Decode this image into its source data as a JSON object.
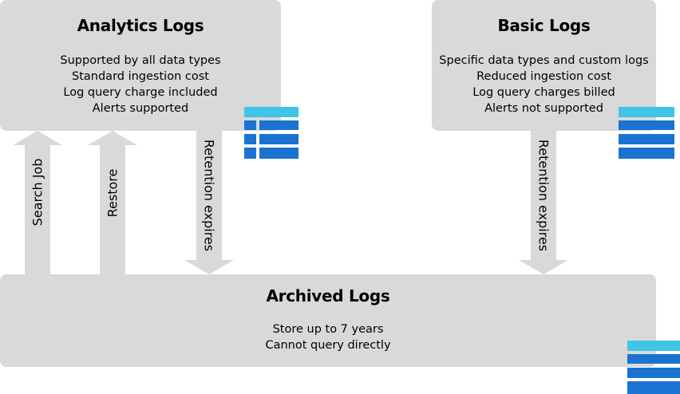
{
  "analytics": {
    "title": "Analytics Logs",
    "lines": [
      "Supported by all data types",
      "Standard ingestion cost",
      "Log query charge included",
      "Alerts supported"
    ]
  },
  "basic": {
    "title": "Basic Logs",
    "lines": [
      "Specific data types and custom logs",
      "Reduced ingestion cost",
      "Log query charges billed",
      "Alerts not supported"
    ]
  },
  "archived": {
    "title": "Archived Logs",
    "lines": [
      "Store up to 7 years",
      "Cannot query directly"
    ]
  },
  "arrows": {
    "search_job": "Search Job",
    "restore": "Restore",
    "retention_analytics": "Retention expires",
    "retention_basic": "Retention expires"
  },
  "colors": {
    "box": "#d9d9d9",
    "table_header": "#40c4e8",
    "table_row": "#1a73d1"
  },
  "icons": {
    "analytics": "table-grid-icon",
    "basic": "table-rows-icon",
    "archived": "table-rows-icon"
  }
}
